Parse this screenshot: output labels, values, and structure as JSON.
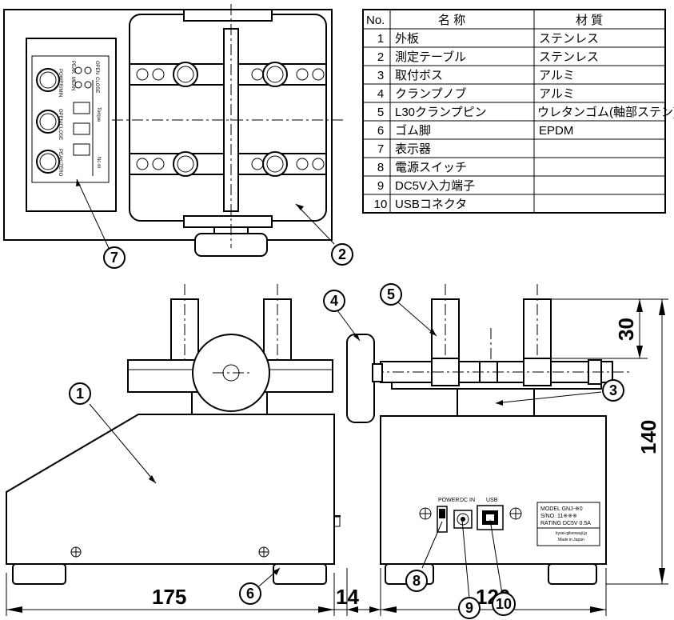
{
  "parts_table": {
    "headers": [
      "No.",
      "名 称",
      "材 質"
    ],
    "rows": [
      {
        "no": "1",
        "name": "外板",
        "material": "ステンレス"
      },
      {
        "no": "2",
        "name": "測定テーブル",
        "material": "ステンレス"
      },
      {
        "no": "3",
        "name": "取付ボス",
        "material": "アルミ"
      },
      {
        "no": "4",
        "name": "クランプノブ",
        "material": "アルミ"
      },
      {
        "no": "5",
        "name": "L30クランプピン",
        "material": "ウレタンゴム(軸部ステン)"
      },
      {
        "no": "6",
        "name": "ゴム脚",
        "material": "EPDM"
      },
      {
        "no": "7",
        "name": "表示器",
        "material": ""
      },
      {
        "no": "8",
        "name": "電源スイッチ",
        "material": ""
      },
      {
        "no": "9",
        "name": "DC5V入力端子",
        "material": ""
      },
      {
        "no": "10",
        "name": "USBコネクタ",
        "material": ""
      }
    ]
  },
  "balloons": [
    "1",
    "2",
    "3",
    "4",
    "5",
    "6",
    "7",
    "8",
    "9",
    "10"
  ],
  "dimensions": {
    "width_front": "175",
    "depth_gap": "14",
    "width_side": "120",
    "height_total": "140",
    "pin_height": "30"
  },
  "display_panel": {
    "labels": [
      "OPEN",
      "CLOSE",
      "PEAK",
      "MEAN",
      "Nc·m",
      "Torque"
    ],
    "buttons": [
      "POWER/MIN",
      "OPEN/CLOSE",
      "PEAK/ZERO"
    ]
  },
  "rear_panel": {
    "labels": [
      "POWER",
      "DC IN",
      "USB"
    ],
    "nameplate": [
      "MODEL    GNJ-※0",
      "S/NO.     11※※※",
      "RATING   DC5V 0.5A",
      "kyoei-gikenwaji.jp",
      "Made in Japan"
    ]
  }
}
